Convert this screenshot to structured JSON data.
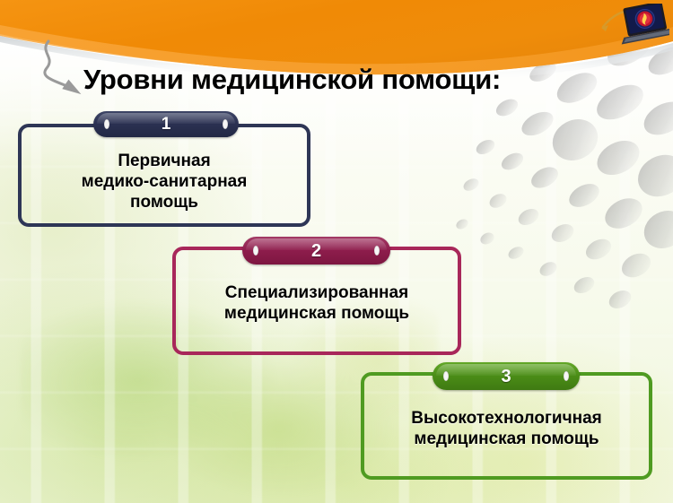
{
  "slide": {
    "title": "Уровни медицинской помощи:",
    "background_accent": "#F08C00",
    "background_base": "#F3F8E3"
  },
  "branding": {
    "laptop_icon": "laptop-icon",
    "emblem_icon": "emblem-icon",
    "cable_icon": "cable-icon"
  },
  "decorations": {
    "arrow_icon": "curved-arrow-icon",
    "dot_grid_icon": "perspective-dot-grid-icon",
    "wave_icon": "orange-wave-icon"
  },
  "levels": [
    {
      "number": "1",
      "label": "Первичная\nмедико-санитарная\nпомощь",
      "line1": "Первичная",
      "line2": "медико-санитарная",
      "line3": "помощь",
      "color": "#2E3656",
      "badge_color": "#2B3152"
    },
    {
      "number": "2",
      "label": "Специализированная\nмедицинская помощь",
      "line1": "Специализированная",
      "line2": "медицинская помощь",
      "line3": "",
      "color": "#A8275A",
      "badge_color": "#8E1D4C"
    },
    {
      "number": "3",
      "label": "Высокотехнологичная\nмедицинская помощь",
      "line1": "Высокотехнологичная",
      "line2": "медицинская помощь",
      "line3": "",
      "color": "#4F9B21",
      "badge_color": "#4B8D17"
    }
  ]
}
